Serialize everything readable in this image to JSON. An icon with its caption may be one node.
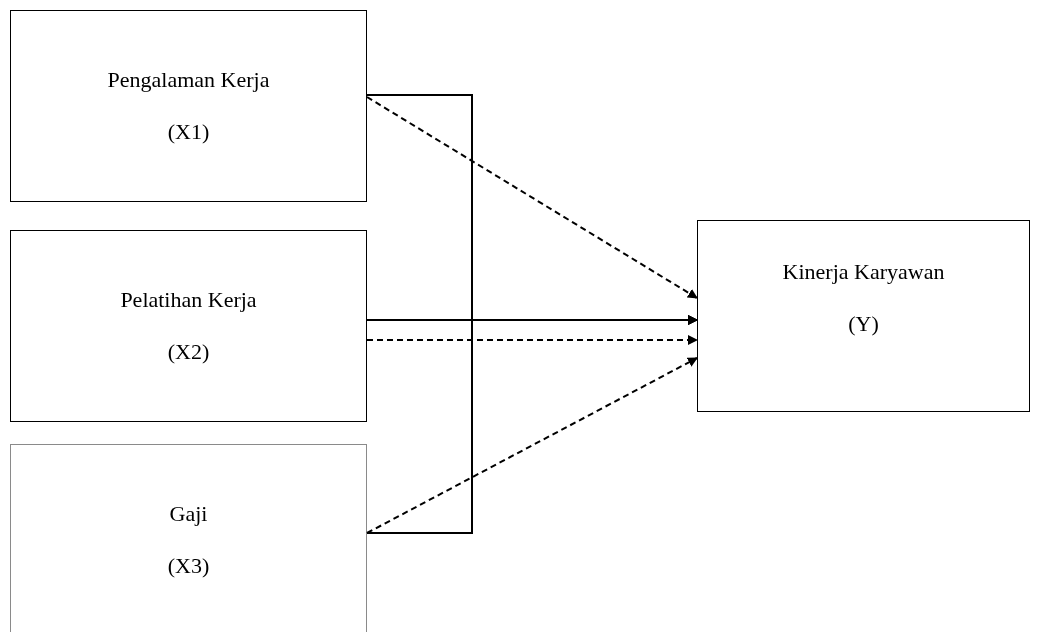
{
  "diagram": {
    "nodes": [
      {
        "text": [
          "Pengalaman Kerja",
          "(X1)"
        ]
      },
      {
        "text": [
          "Pelatihan Kerja",
          "(X2)"
        ]
      },
      {
        "text": [
          "Gaji",
          "(X3)"
        ]
      },
      {
        "text": [
          "Kinerja Karyawan",
          "(Y)"
        ]
      }
    ],
    "edges": [
      {
        "from": 0,
        "to": 3,
        "arrow": "to",
        "style": "dashed"
      },
      {
        "from": 0,
        "to": 3,
        "arrow": "to"
      },
      {
        "from": 1,
        "to": 3,
        "arrow": "to"
      },
      {
        "from": 2,
        "to": 3,
        "arrow": "to"
      },
      {
        "from": 1,
        "to": 3,
        "arrow": "to",
        "style": "dashed"
      },
      {
        "from": 2,
        "to": 3,
        "arrow": "to",
        "style": "dashed"
      }
    ]
  }
}
